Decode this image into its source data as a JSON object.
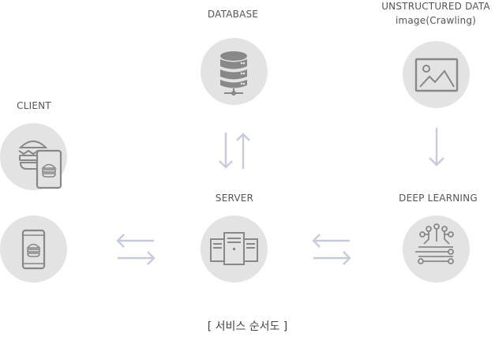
{
  "labels": {
    "database": "DATABASE",
    "unstructured_line1": "UNSTRUCTURED DATA",
    "unstructured_line2": "image(Crawling)",
    "client": "CLIENT",
    "server": "SERVER",
    "deep_learning": "DEEP LEARNING"
  },
  "caption": "[ 서비스 순서도 ]",
  "colors": {
    "circle": "#e3e3e3",
    "icon": "#888888",
    "arrow": "#c7cbdc",
    "text": "#555555"
  }
}
